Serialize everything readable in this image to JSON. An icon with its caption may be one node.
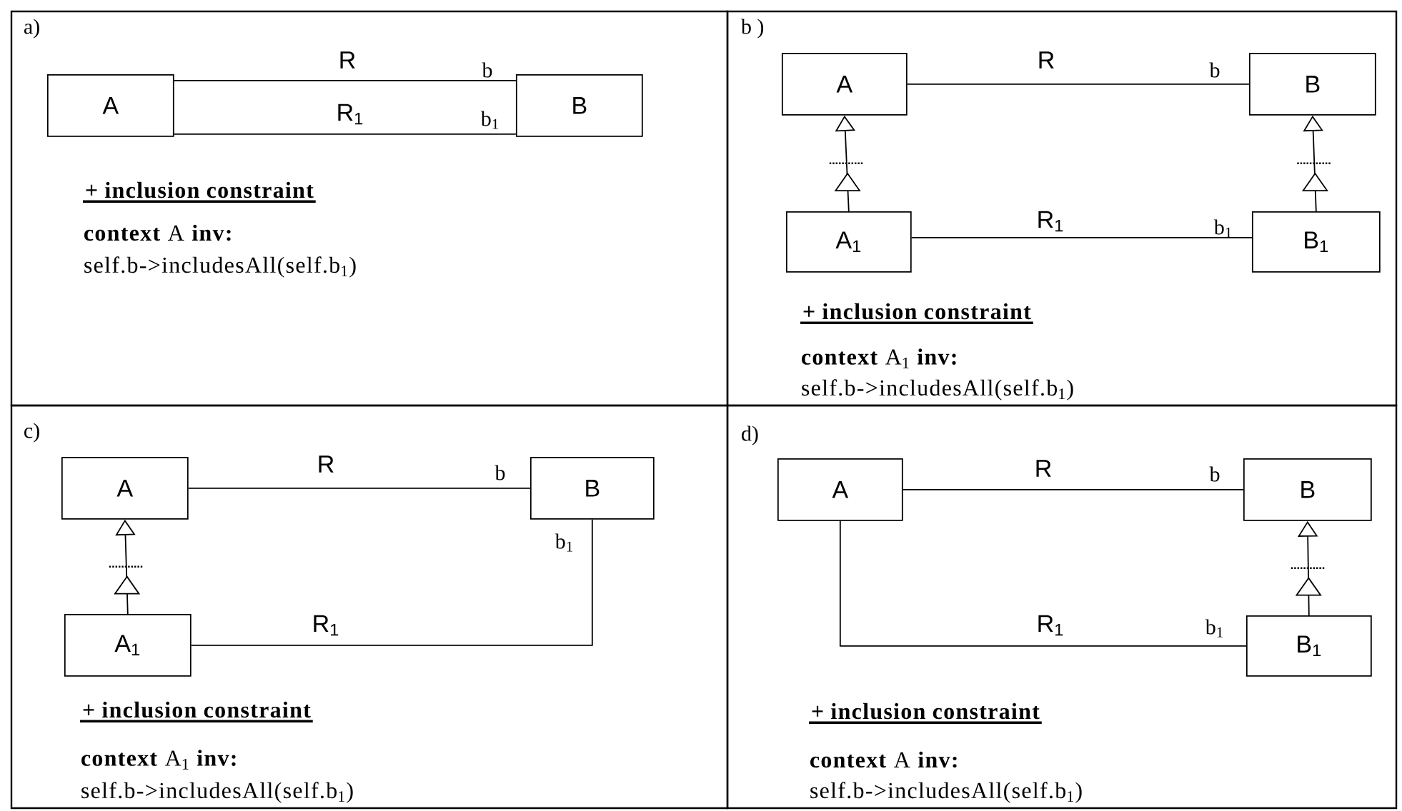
{
  "diagram": {
    "nodes": [
      {
        "text": [
          "a)",
          "+ inclusion constraint",
          "**context** A **inv:**",
          "self.b->includesAll(self.b$_{1}$)"
        ]
      },
      {
        "text": [
          "A"
        ],
        "in": 0
      },
      {
        "text": [
          "B"
        ],
        "in": 0
      },
      {
        "text": [
          "b )",
          "+ inclusion constraint",
          "**context** A$_{1}$ **inv:**",
          "self.b->includesAll(self.b$_{1}$)"
        ]
      },
      {
        "text": [
          "A"
        ],
        "in": 3
      },
      {
        "text": [
          "B"
        ],
        "in": 3
      },
      {
        "text": [
          "A$_{1}$"
        ],
        "in": 3
      },
      {
        "text": [
          "B$_{1}$"
        ],
        "in": 3
      },
      {
        "text": [
          "c)",
          "+ inclusion constraint",
          "**context** A$_{1}$ **inv:**",
          "self.b->includesAll(self.b$_{1}$)"
        ]
      },
      {
        "text": [
          "A"
        ],
        "in": 8
      },
      {
        "text": [
          "B"
        ],
        "in": 8
      },
      {
        "text": [
          "A$_{1}$"
        ],
        "in": 8
      },
      {
        "text": [
          "d)",
          "+ inclusion constraint",
          "**context** A **inv:**",
          "self.b->includesAll(self.b$_{1}$)"
        ]
      },
      {
        "text": [
          "A"
        ],
        "in": 12
      },
      {
        "text": [
          "B"
        ],
        "in": 12
      },
      {
        "text": [
          "B$_{1}$"
        ],
        "in": 12
      }
    ],
    "edges": [
      {
        "from": 1,
        "to": 2,
        "arrow": "none",
        "label": "R"
      },
      {
        "from": 1,
        "to": 2,
        "arrow": "none",
        "label": "R$_{1}$"
      },
      {
        "from": 4,
        "to": 5,
        "arrow": "none",
        "label": "R"
      },
      {
        "from": 6,
        "to": 7,
        "arrow": "none",
        "label": "R$_{1}$"
      },
      {
        "from": 6,
        "to": 4,
        "arrow": "to"
      },
      {
        "from": 7,
        "to": 5,
        "arrow": "to"
      },
      {
        "from": 9,
        "to": 10,
        "arrow": "none",
        "label": "R"
      },
      {
        "from": 11,
        "to": 10,
        "arrow": "none",
        "label": "R$_{1}$"
      },
      {
        "from": 11,
        "to": 9,
        "arrow": "to"
      },
      {
        "from": 13,
        "to": 14,
        "arrow": "none",
        "label": "R"
      },
      {
        "from": 13,
        "to": 15,
        "arrow": "none",
        "label": "R$_{1}$"
      },
      {
        "from": 15,
        "to": 14,
        "arrow": "to"
      }
    ],
    "labels": [
      "b",
      "b$_{1}$",
      "b",
      "b$_{1}$",
      "b",
      "b$_{1}$",
      "b",
      "b$_{1}$"
    ]
  }
}
